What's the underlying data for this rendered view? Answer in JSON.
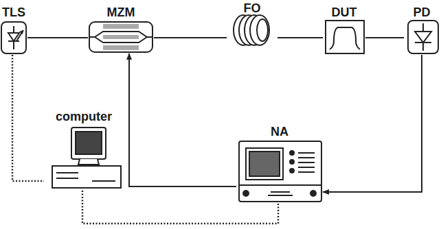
{
  "diagram": {
    "nodes": [
      {
        "text": [
          "TLS"
        ]
      },
      {
        "text": [
          "MZM"
        ]
      },
      {
        "text": [
          "FO"
        ]
      },
      {
        "text": [
          "DUT"
        ]
      },
      {
        "text": [
          "PD"
        ]
      },
      {
        "text": [
          "computer"
        ]
      },
      {
        "text": [
          "NA"
        ]
      }
    ],
    "edges": [
      {
        "from": 0,
        "to": 1,
        "arrow": "none"
      },
      {
        "from": 1,
        "to": 2,
        "arrow": "none"
      },
      {
        "from": 2,
        "to": 3,
        "arrow": "none"
      },
      {
        "from": 3,
        "to": 4,
        "arrow": "none"
      },
      {
        "from": 4,
        "to": 6,
        "arrow": "to"
      },
      {
        "from": 6,
        "to": 1,
        "arrow": "to"
      },
      {
        "from": 0,
        "to": 5,
        "arrow": "none"
      },
      {
        "from": 5,
        "to": 6,
        "arrow": "none"
      }
    ]
  }
}
